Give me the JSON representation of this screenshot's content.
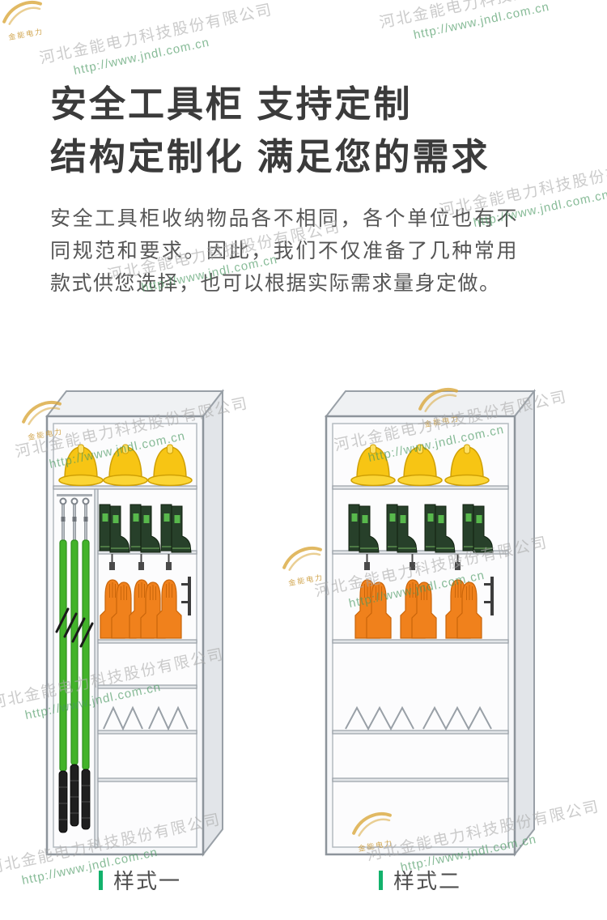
{
  "header": {
    "title_line1": "安全工具柜 支持定制",
    "title_line2": "结构定制化 满足您的需求",
    "paragraph": "安全工具柜收纳物品各不相同，各个单位也有不同规范和要求。因此，我们不仅准备了几种常用款式供您选择，也可以根据实际需求量身定做。"
  },
  "watermark": {
    "company": "河北金能电力科技股份有限公司",
    "url": "http://www.jndl.com.cn",
    "logo_text": "金能电力"
  },
  "cabinets": [
    {
      "label": "样式一"
    },
    {
      "label": "样式二"
    }
  ],
  "colors": {
    "accent_green": "#12b26c",
    "helmet_yellow": "#f7c514",
    "glove_orange": "#f0811c",
    "pole_green": "#43b32a",
    "boot_green": "#27402a"
  }
}
